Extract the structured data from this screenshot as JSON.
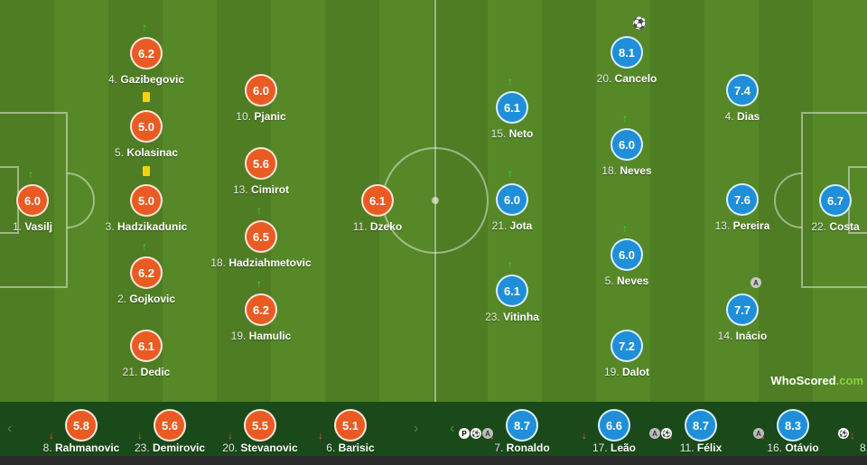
{
  "brand": {
    "name": "WhoScored",
    "suffix": ".com"
  },
  "colors": {
    "home": "#e95b22",
    "away": "#1e8fd8",
    "improve": "#2ee11a",
    "sub_off": "#ff4a3b"
  },
  "home": [
    {
      "num": "1.",
      "name": "Vasilj",
      "rating": "6.0",
      "icons": [
        "up-arrow-icon"
      ]
    },
    {
      "num": "4.",
      "name": "Gazibegovic",
      "rating": "6.2",
      "icons": [
        "up-arrow-icon"
      ]
    },
    {
      "num": "5.",
      "name": "Kolasinac",
      "rating": "5.0",
      "icons": [
        "yellow-card-icon"
      ]
    },
    {
      "num": "3.",
      "name": "Hadzikadunic",
      "rating": "5.0",
      "icons": [
        "yellow-card-icon"
      ]
    },
    {
      "num": "2.",
      "name": "Gojkovic",
      "rating": "6.2",
      "icons": [
        "up-arrow-icon"
      ]
    },
    {
      "num": "21.",
      "name": "Dedic",
      "rating": "6.1",
      "icons": []
    },
    {
      "num": "10.",
      "name": "Pjanic",
      "rating": "6.0",
      "icons": []
    },
    {
      "num": "13.",
      "name": "Cimirot",
      "rating": "5.6",
      "icons": []
    },
    {
      "num": "18.",
      "name": "Hadziahmetovic",
      "rating": "6.5",
      "icons": [
        "up-arrow-icon"
      ]
    },
    {
      "num": "19.",
      "name": "Hamulic",
      "rating": "6.2",
      "icons": [
        "up-arrow-icon"
      ]
    },
    {
      "num": "11.",
      "name": "Dzeko",
      "rating": "6.1",
      "icons": []
    }
  ],
  "away": [
    {
      "num": "22.",
      "name": "Costa",
      "rating": "6.7",
      "icons": []
    },
    {
      "num": "4.",
      "name": "Dias",
      "rating": "7.4",
      "icons": []
    },
    {
      "num": "13.",
      "name": "Pereira",
      "rating": "7.6",
      "icons": []
    },
    {
      "num": "14.",
      "name": "Inácio",
      "rating": "7.7",
      "icons": [
        "assist-icon"
      ]
    },
    {
      "num": "20.",
      "name": "Cancelo",
      "rating": "8.1",
      "icons": [
        "goal-icon"
      ]
    },
    {
      "num": "18.",
      "name": "Neves",
      "rating": "6.0",
      "icons": [
        "up-arrow-icon"
      ]
    },
    {
      "num": "5.",
      "name": "Neves",
      "rating": "6.0",
      "icons": [
        "up-arrow-icon"
      ]
    },
    {
      "num": "19.",
      "name": "Dalot",
      "rating": "7.2",
      "icons": []
    },
    {
      "num": "15.",
      "name": "Neto",
      "rating": "6.1",
      "icons": [
        "up-arrow-icon"
      ]
    },
    {
      "num": "21.",
      "name": "Jota",
      "rating": "6.0",
      "icons": [
        "up-arrow-icon"
      ]
    },
    {
      "num": "23.",
      "name": "Vitinha",
      "rating": "6.1",
      "icons": [
        "up-arrow-icon"
      ]
    }
  ],
  "bench": [
    {
      "num": "8.",
      "name": "Rahmanovic",
      "rating": "5.8",
      "team": "home",
      "events": []
    },
    {
      "num": "23.",
      "name": "Demirovic",
      "rating": "5.6",
      "team": "home",
      "events": []
    },
    {
      "num": "20.",
      "name": "Stevanovic",
      "rating": "5.5",
      "team": "home",
      "events": []
    },
    {
      "num": "6.",
      "name": "Barisic",
      "rating": "5.1",
      "team": "home",
      "events": []
    },
    {
      "num": "7.",
      "name": "Ronaldo",
      "rating": "8.7",
      "team": "away",
      "events": [
        "P",
        "⚽",
        "A"
      ]
    },
    {
      "num": "17.",
      "name": "Leão",
      "rating": "6.6",
      "team": "away",
      "events": []
    },
    {
      "num": "11.",
      "name": "Félix",
      "rating": "8.7",
      "team": "away",
      "events": [
        "A",
        "⚽"
      ]
    },
    {
      "num": "16.",
      "name": "Otávio",
      "rating": "8.3",
      "team": "away",
      "events": [
        "A"
      ]
    }
  ],
  "bench_trailing": {
    "num": "8.",
    "events": [
      "⚽"
    ]
  },
  "nav": {
    "prev": "‹",
    "next": "›"
  }
}
